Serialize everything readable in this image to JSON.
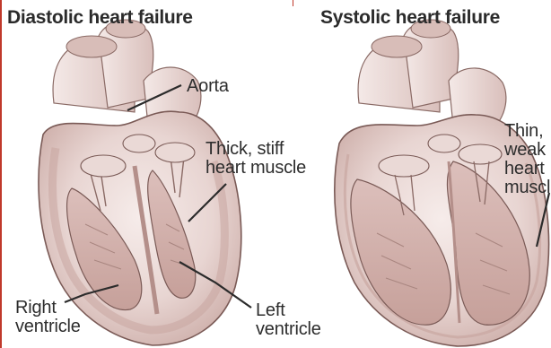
{
  "panels": {
    "diastolic": {
      "title": "Diastolic heart failure",
      "labels": {
        "aorta": "Aorta",
        "thick_line1": "Thick, stiff",
        "thick_line2": "heart muscle",
        "right_line1": "Right",
        "right_line2": "ventricle",
        "left_line1": "Left",
        "left_line2": "ventricle"
      }
    },
    "systolic": {
      "title": "Systolic heart failure",
      "labels": {
        "thin_line1": "Thin,",
        "thin_line2": "weak",
        "thin_line3": "heart",
        "thin_line4": "muscle"
      }
    }
  },
  "colors": {
    "tissue": "#e8d6d3",
    "tissue_dark": "#c9a6a1",
    "outline": "#7a5a56",
    "text": "#2d2d2d",
    "accent": "#c0392b"
  }
}
